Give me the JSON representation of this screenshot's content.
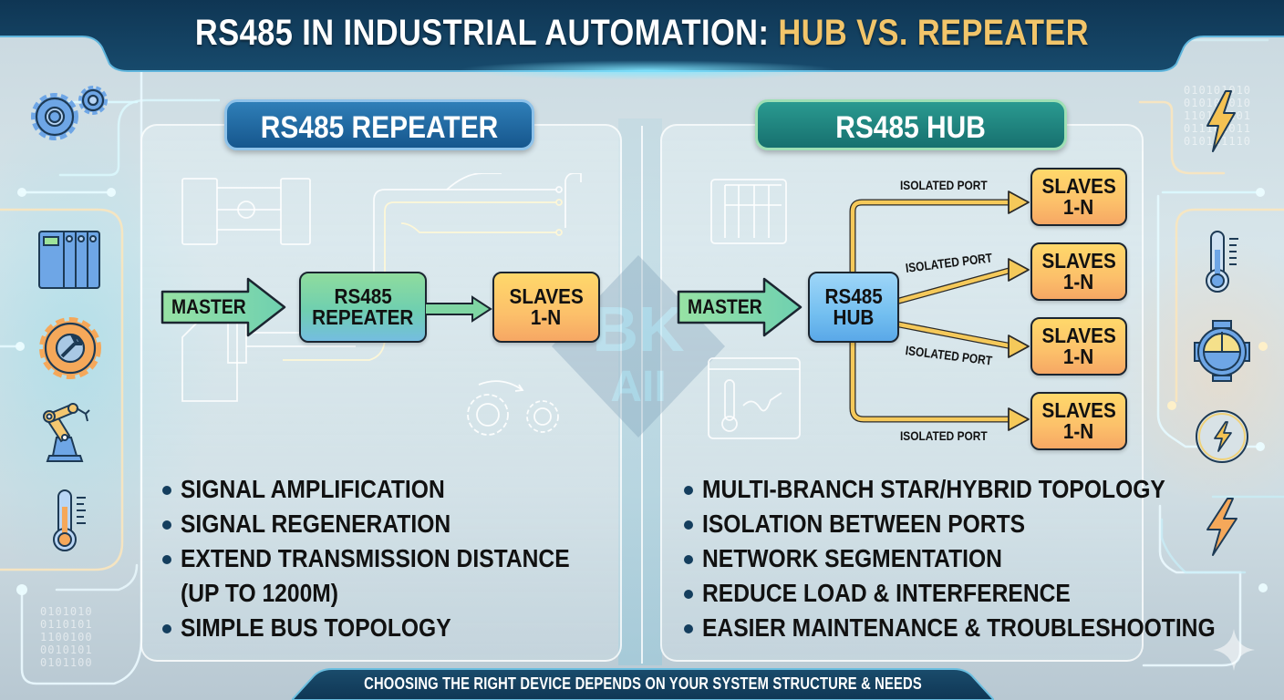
{
  "header": {
    "title_main": "RS485 IN INDUSTRIAL AUTOMATION: ",
    "title_accent": "HUB VS. REPEATER"
  },
  "repeater_panel": {
    "badge": "RS485 REPEATER",
    "diagram": {
      "master_label": "MASTER",
      "device_line1": "RS485",
      "device_line2": "REPEATER",
      "slave_line1": "SLAVES",
      "slave_line2": "1-N"
    },
    "features": [
      "SIGNAL AMPLIFICATION",
      "SIGNAL REGENERATION",
      "EXTEND TRANSMISSION DISTANCE",
      "(UP TO 1200M)",
      "SIMPLE BUS TOPOLOGY"
    ]
  },
  "hub_panel": {
    "badge": "RS485 HUB",
    "diagram": {
      "master_label": "MASTER",
      "device_line1": "RS485",
      "device_line2": "HUB",
      "port_label": "ISOLATED PORT",
      "branches": [
        {
          "port": "ISOLATED PORT",
          "slave_line1": "SLAVES",
          "slave_line2": "1-N"
        },
        {
          "port": "ISOLATED PORT",
          "slave_line1": "SLAVES",
          "slave_line2": "1-N"
        },
        {
          "port": "ISOLATED PORT",
          "slave_line1": "SLAVES",
          "slave_line2": "1-N"
        },
        {
          "port": "ISOLATED PORT",
          "slave_line1": "SLAVES",
          "slave_line2": "1-N"
        }
      ]
    },
    "features": [
      "MULTI-BRANCH STAR/HYBRID TOPOLOGY",
      "ISOLATION BETWEEN PORTS",
      "NETWORK SEGMENTATION",
      "REDUCE LOAD & INTERFERENCE",
      "EASIER MAINTENANCE & TROUBLESHOOTING"
    ]
  },
  "footer": {
    "text": "CHOOSING THE RIGHT DEVICE DEPENDS ON YOUR SYSTEM STRUCTURE & NEEDS"
  },
  "decor": {
    "binary_left": "0101010\n0110101\n1100100\n0010101\n0101100",
    "binary_right": "010101010\n010101010\n110101101\n011101011\n010111110",
    "left_icons": [
      "gears-icon",
      "plc-controller-icon",
      "wrench-gear-icon",
      "robot-arm-icon",
      "thermometer-icon"
    ],
    "right_icons": [
      "lightning-icon",
      "thermometer-icon",
      "pressure-gauge-icon",
      "lightning-circle-icon",
      "lightning-icon"
    ],
    "watermark": "BK AII"
  },
  "colors": {
    "header_bg": "#123d5a",
    "accent_gold": "#f2c56a",
    "repeater_badge": "#1f6aa3",
    "hub_badge": "#1f8580",
    "slave_box": "#fcc06a",
    "hub_box": "#73bff0",
    "repeater_box": "#6fcfb0",
    "connector": "#f5c95a",
    "bullet": "#143e5e"
  }
}
